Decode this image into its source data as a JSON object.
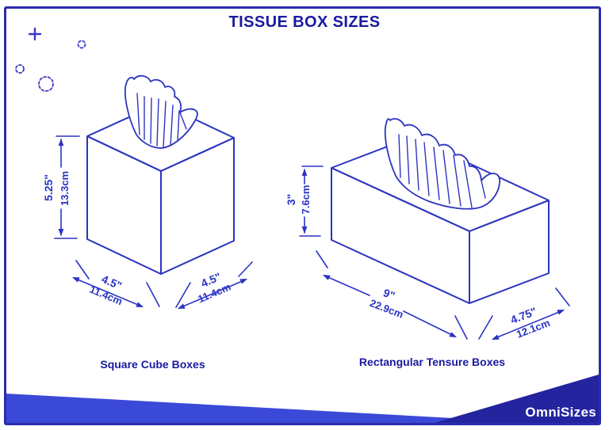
{
  "page": {
    "title": "TISSUE BOX SIZES",
    "brand": "OmniSizes"
  },
  "boxes": {
    "square": {
      "caption": "Square Cube Boxes",
      "height_in": "5.25\"",
      "height_cm": "13.3cm",
      "width_in": "4.5\"",
      "width_cm": "11.4cm",
      "depth_in": "4.5\"",
      "depth_cm": "11.4cm"
    },
    "rectangular": {
      "caption": "Rectangular Tensure Boxes",
      "height_in": "3\"",
      "height_cm": "7.6cm",
      "width_in": "9\"",
      "width_cm": "22.9cm",
      "depth_in": "4.75\"",
      "depth_cm": "12.1cm"
    }
  },
  "decorations": [
    "plus",
    "dashed-circle-small",
    "dashed-circle-small",
    "dashed-circle-large"
  ],
  "colors": {
    "frame_border": "#2b2bad",
    "line_blue": "#2c33bf",
    "dim_text_blue": "#2a33c4",
    "heading_navy": "#191aa0",
    "band_royal": "#3b49d8",
    "band_navy": "#23249e",
    "brand_text": "#ffffff",
    "background": "#ffffff"
  }
}
